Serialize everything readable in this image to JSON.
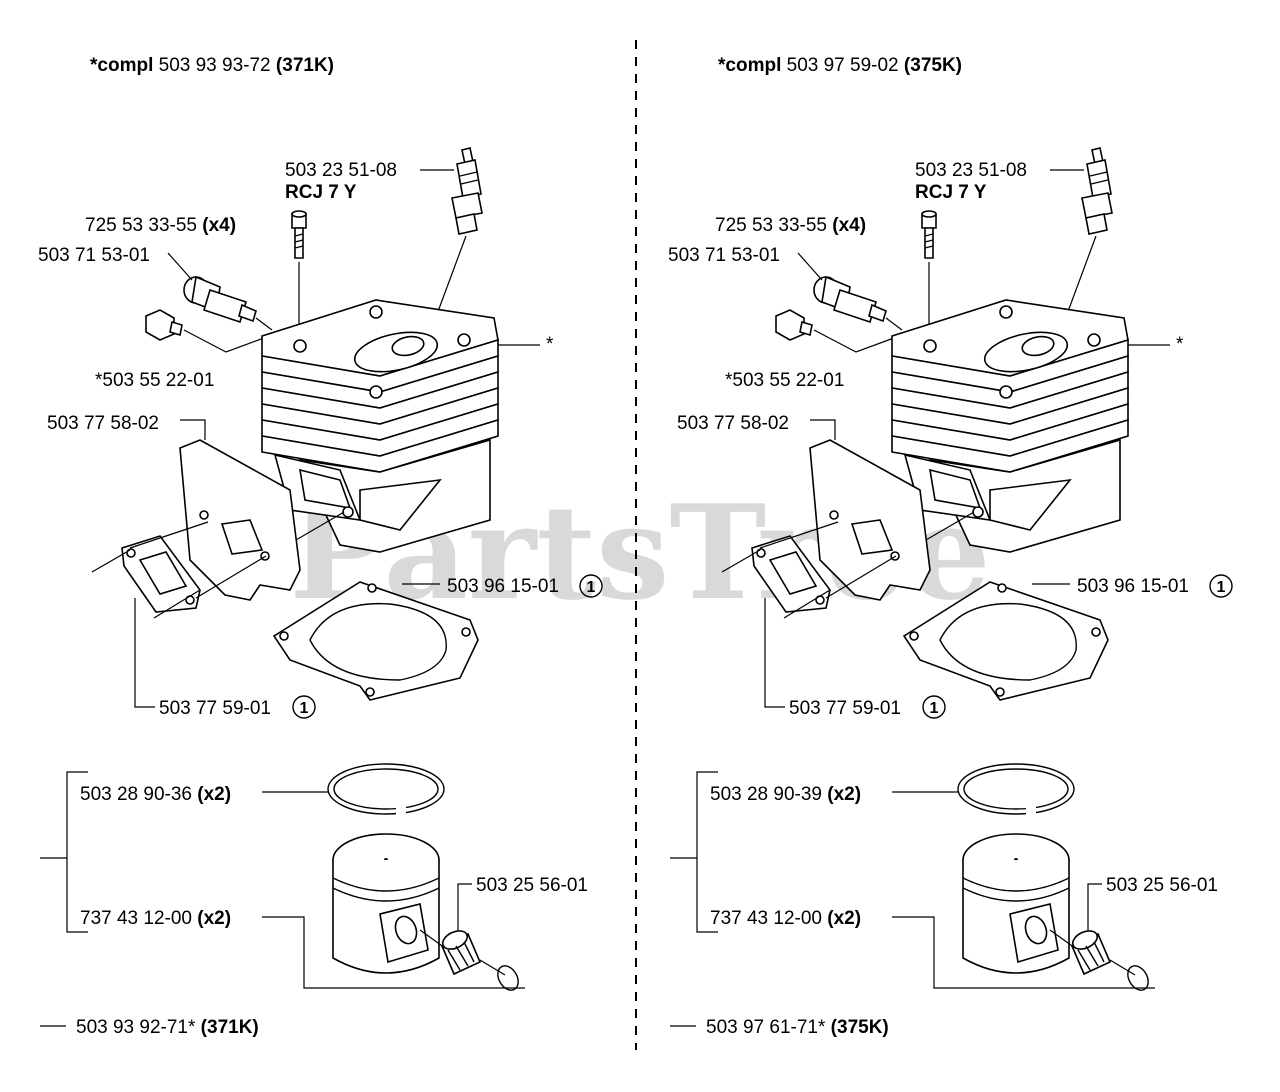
{
  "watermark": "PartsTree",
  "panels": [
    {
      "side": "left",
      "header": {
        "prefix": "*compl",
        "number": "503 93 93-72",
        "model": "(371K)"
      },
      "spark_plug": {
        "number": "503 23 51-08",
        "type": "RCJ 7 Y"
      },
      "screw": {
        "number": "725 53 33-55",
        "qty": "(x4)"
      },
      "decomp_valve": "503 71 53-01",
      "decomp_plug": "*503 55 22-01",
      "heat_shield": "503 77 58-02",
      "cylinder_gasket": {
        "number": "503 96 15-01",
        "ref": "1"
      },
      "exhaust_gasket": {
        "number": "503 77 59-01",
        "ref": "1"
      },
      "piston_ring": {
        "number": "503 28 90-36",
        "qty": "(x2)"
      },
      "needle_bearing": "503 25 56-01",
      "circlip": {
        "number": "737 43 12-00",
        "qty": "(x2)"
      },
      "piston_kit": {
        "number": "503 93 92-71*",
        "model": "(371K)"
      },
      "cylinder_marker": "*"
    },
    {
      "side": "right",
      "header": {
        "prefix": "*compl",
        "number": "503 97 59-02",
        "model": "(375K)"
      },
      "spark_plug": {
        "number": "503 23 51-08",
        "type": "RCJ 7 Y"
      },
      "screw": {
        "number": "725 53 33-55",
        "qty": "(x4)"
      },
      "decomp_valve": "503 71 53-01",
      "decomp_plug": "*503 55 22-01",
      "heat_shield": "503 77 58-02",
      "cylinder_gasket": {
        "number": "503 96 15-01",
        "ref": "1"
      },
      "exhaust_gasket": {
        "number": "503 77 59-01",
        "ref": "1"
      },
      "piston_ring": {
        "number": "503 28 90-39",
        "qty": "(x2)"
      },
      "needle_bearing": "503 25 56-01",
      "circlip": {
        "number": "737 43 12-00",
        "qty": "(x2)"
      },
      "piston_kit": {
        "number": "503 97 61-71*",
        "model": "(375K)"
      },
      "cylinder_marker": "*"
    }
  ]
}
